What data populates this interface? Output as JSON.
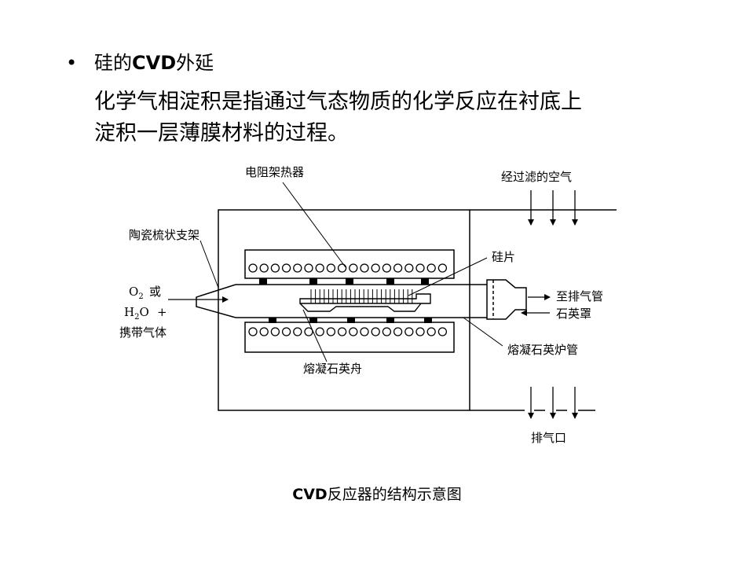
{
  "heading": {
    "bullet": "•",
    "title_prefix": "硅的",
    "title_bold": "CVD",
    "title_suffix": "外延"
  },
  "definition": {
    "line1": "化学气相淀积是指通过气态物质的化学反应在衬底上",
    "line2": "淀积一层薄膜材料的过程。"
  },
  "diagram": {
    "labels": {
      "heater": "电阻架热器",
      "filtered_air": "经过滤的空气",
      "ceramic_holder": "陶瓷梳状支架",
      "wafer": "硅片",
      "o2_or": "或",
      "h2o_plus": "+",
      "carrier_gas": "携带气体",
      "to_exhaust_pipe": "至排气管",
      "quartz_hood": "石英罩",
      "quartz_tube": "熔凝石英炉管",
      "quartz_boat": "熔凝石英舟",
      "exhaust_port": "排气口"
    }
  },
  "caption": {
    "bold": "CVD",
    "rest": "反应器的结构示意图"
  }
}
